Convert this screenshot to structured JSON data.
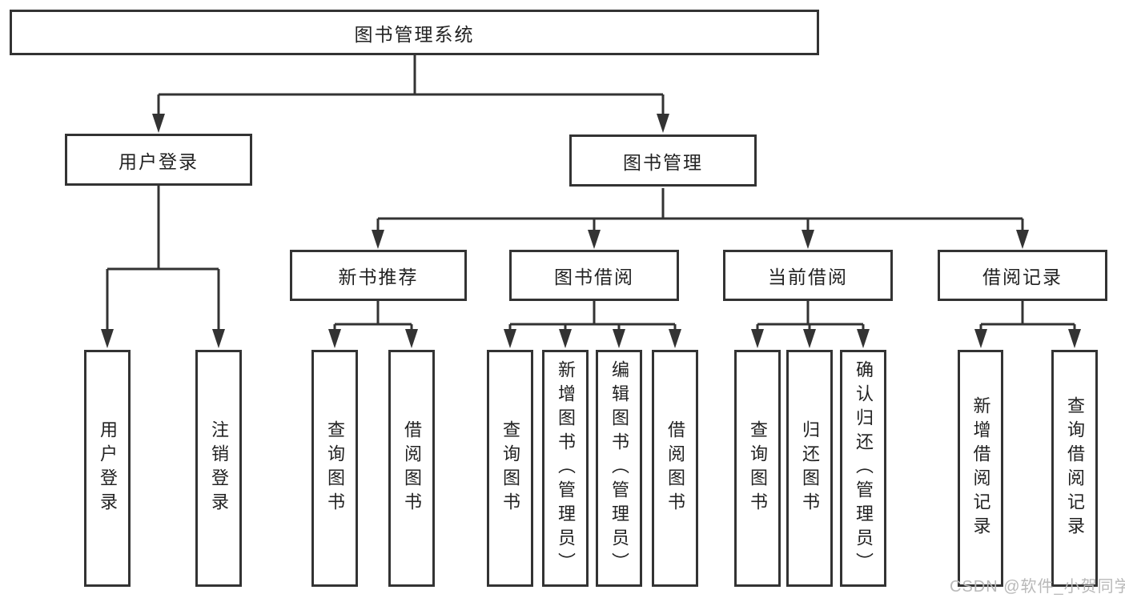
{
  "diagram": {
    "root": {
      "label": "图书管理系统"
    },
    "branches": [
      {
        "label": "用户登录",
        "children": [
          {
            "label": "用户登录"
          },
          {
            "label": "注销登录"
          }
        ]
      },
      {
        "label": "图书管理",
        "children": [
          {
            "label": "新书推荐",
            "children": [
              {
                "label": "查询图书"
              },
              {
                "label": "借阅图书"
              }
            ]
          },
          {
            "label": "图书借阅",
            "children": [
              {
                "label": "查询图书"
              },
              {
                "label": "新增图书（管理员）"
              },
              {
                "label": "编辑图书（管理员）"
              },
              {
                "label": "借阅图书"
              }
            ]
          },
          {
            "label": "当前借阅",
            "children": [
              {
                "label": "查询图书"
              },
              {
                "label": "归还图书"
              },
              {
                "label": "确认归还（管理员）"
              }
            ]
          },
          {
            "label": "借阅记录",
            "children": [
              {
                "label": "新增借阅记录"
              },
              {
                "label": "查询借阅记录"
              }
            ]
          }
        ]
      }
    ]
  },
  "watermark": {
    "text": "CSDN @软件_小贺同学"
  },
  "colors": {
    "line": "#333333",
    "box_border": "#333333",
    "box_bg": "#ffffff",
    "text": "#222222",
    "background": "#ffffff",
    "watermark": "#b9b9b9"
  }
}
